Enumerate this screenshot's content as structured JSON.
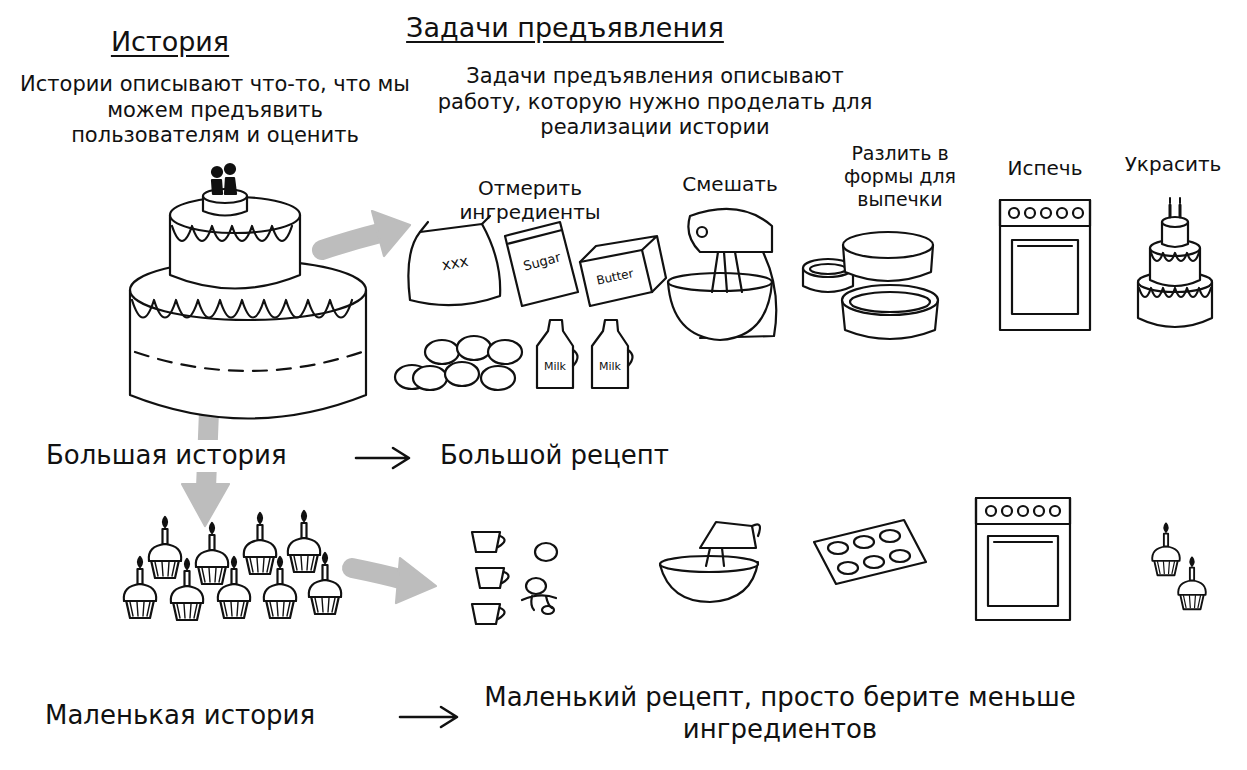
{
  "diagram": {
    "labels": [
      "История",
      "Истории описывают что-то, что мы можем предъявить пользователям и оценить",
      "Задачи предъявления",
      "Задачи предъявления описывают работу, которую нужно проделать для реализации истории",
      "Отмерить ингредиенты",
      "Смешать",
      "Разлить в формы для выпечки",
      "Испечь",
      "Украсить",
      "xxx",
      "Sugar",
      "Butter",
      "Milk",
      "Milk",
      "Большая история",
      "Большой рецепт",
      "Маленькая история",
      "Маленький рецепт, просто берите меньше ингредиентов"
    ]
  }
}
